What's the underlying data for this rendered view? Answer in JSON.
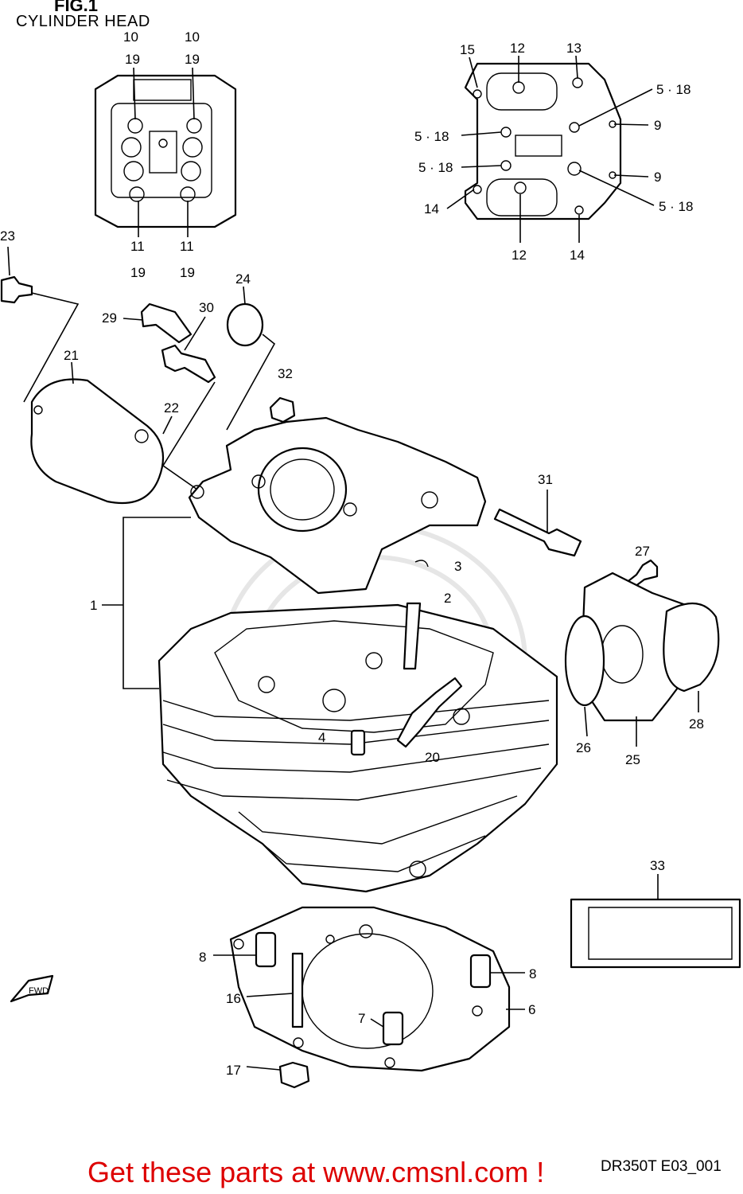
{
  "header": {
    "figure_label": "FIG.1",
    "title": "CYLINDER HEAD"
  },
  "footer": {
    "model_code": "DR350T E03_001",
    "banner": "Get these parts at www.cmsnl.com !"
  },
  "colors": {
    "banner": "#dd0000",
    "line": "#000000"
  },
  "callouts": {
    "c1": "1",
    "c2": "2",
    "c3": "3",
    "c4": "4",
    "c6": "6",
    "c7": "7",
    "c8a": "8",
    "c8b": "8",
    "c9a": "9",
    "c9b": "9",
    "c10a": "10",
    "c10b": "10",
    "c11a": "11",
    "c11b": "11",
    "c12a": "12",
    "c12b": "12",
    "c13": "13",
    "c14a": "14",
    "c14b": "14",
    "c15": "15",
    "c16": "16",
    "c17": "17",
    "c518a": "5 · 18",
    "c518b": "5 · 18",
    "c518c": "5 · 18",
    "c518d": "5 · 18",
    "c19a": "19",
    "c19b": "19",
    "c19c": "19",
    "c19d": "19",
    "c20": "20",
    "c21": "21",
    "c22": "22",
    "c23": "23",
    "c24": "24",
    "c25": "25",
    "c26": "26",
    "c27": "27",
    "c28": "28",
    "c29": "29",
    "c30": "30",
    "c31": "31",
    "c32": "32",
    "c33": "33"
  },
  "fwd_label": "FWD"
}
